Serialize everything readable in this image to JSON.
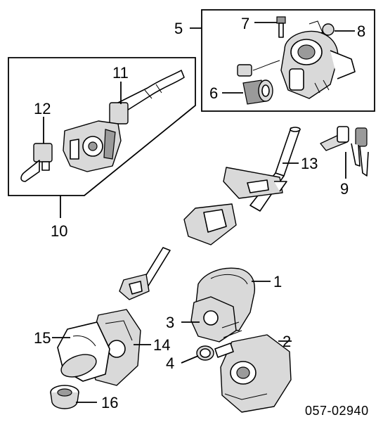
{
  "callouts": {
    "c1": "1",
    "c2": "2",
    "c3": "3",
    "c4": "4",
    "c5": "5",
    "c6": "6",
    "c7": "7",
    "c8": "8",
    "c9": "9",
    "c10": "10",
    "c11": "11",
    "c12": "12",
    "c13": "13",
    "c14": "14",
    "c15": "15",
    "c16": "16"
  },
  "diagram_code": "057-02940"
}
